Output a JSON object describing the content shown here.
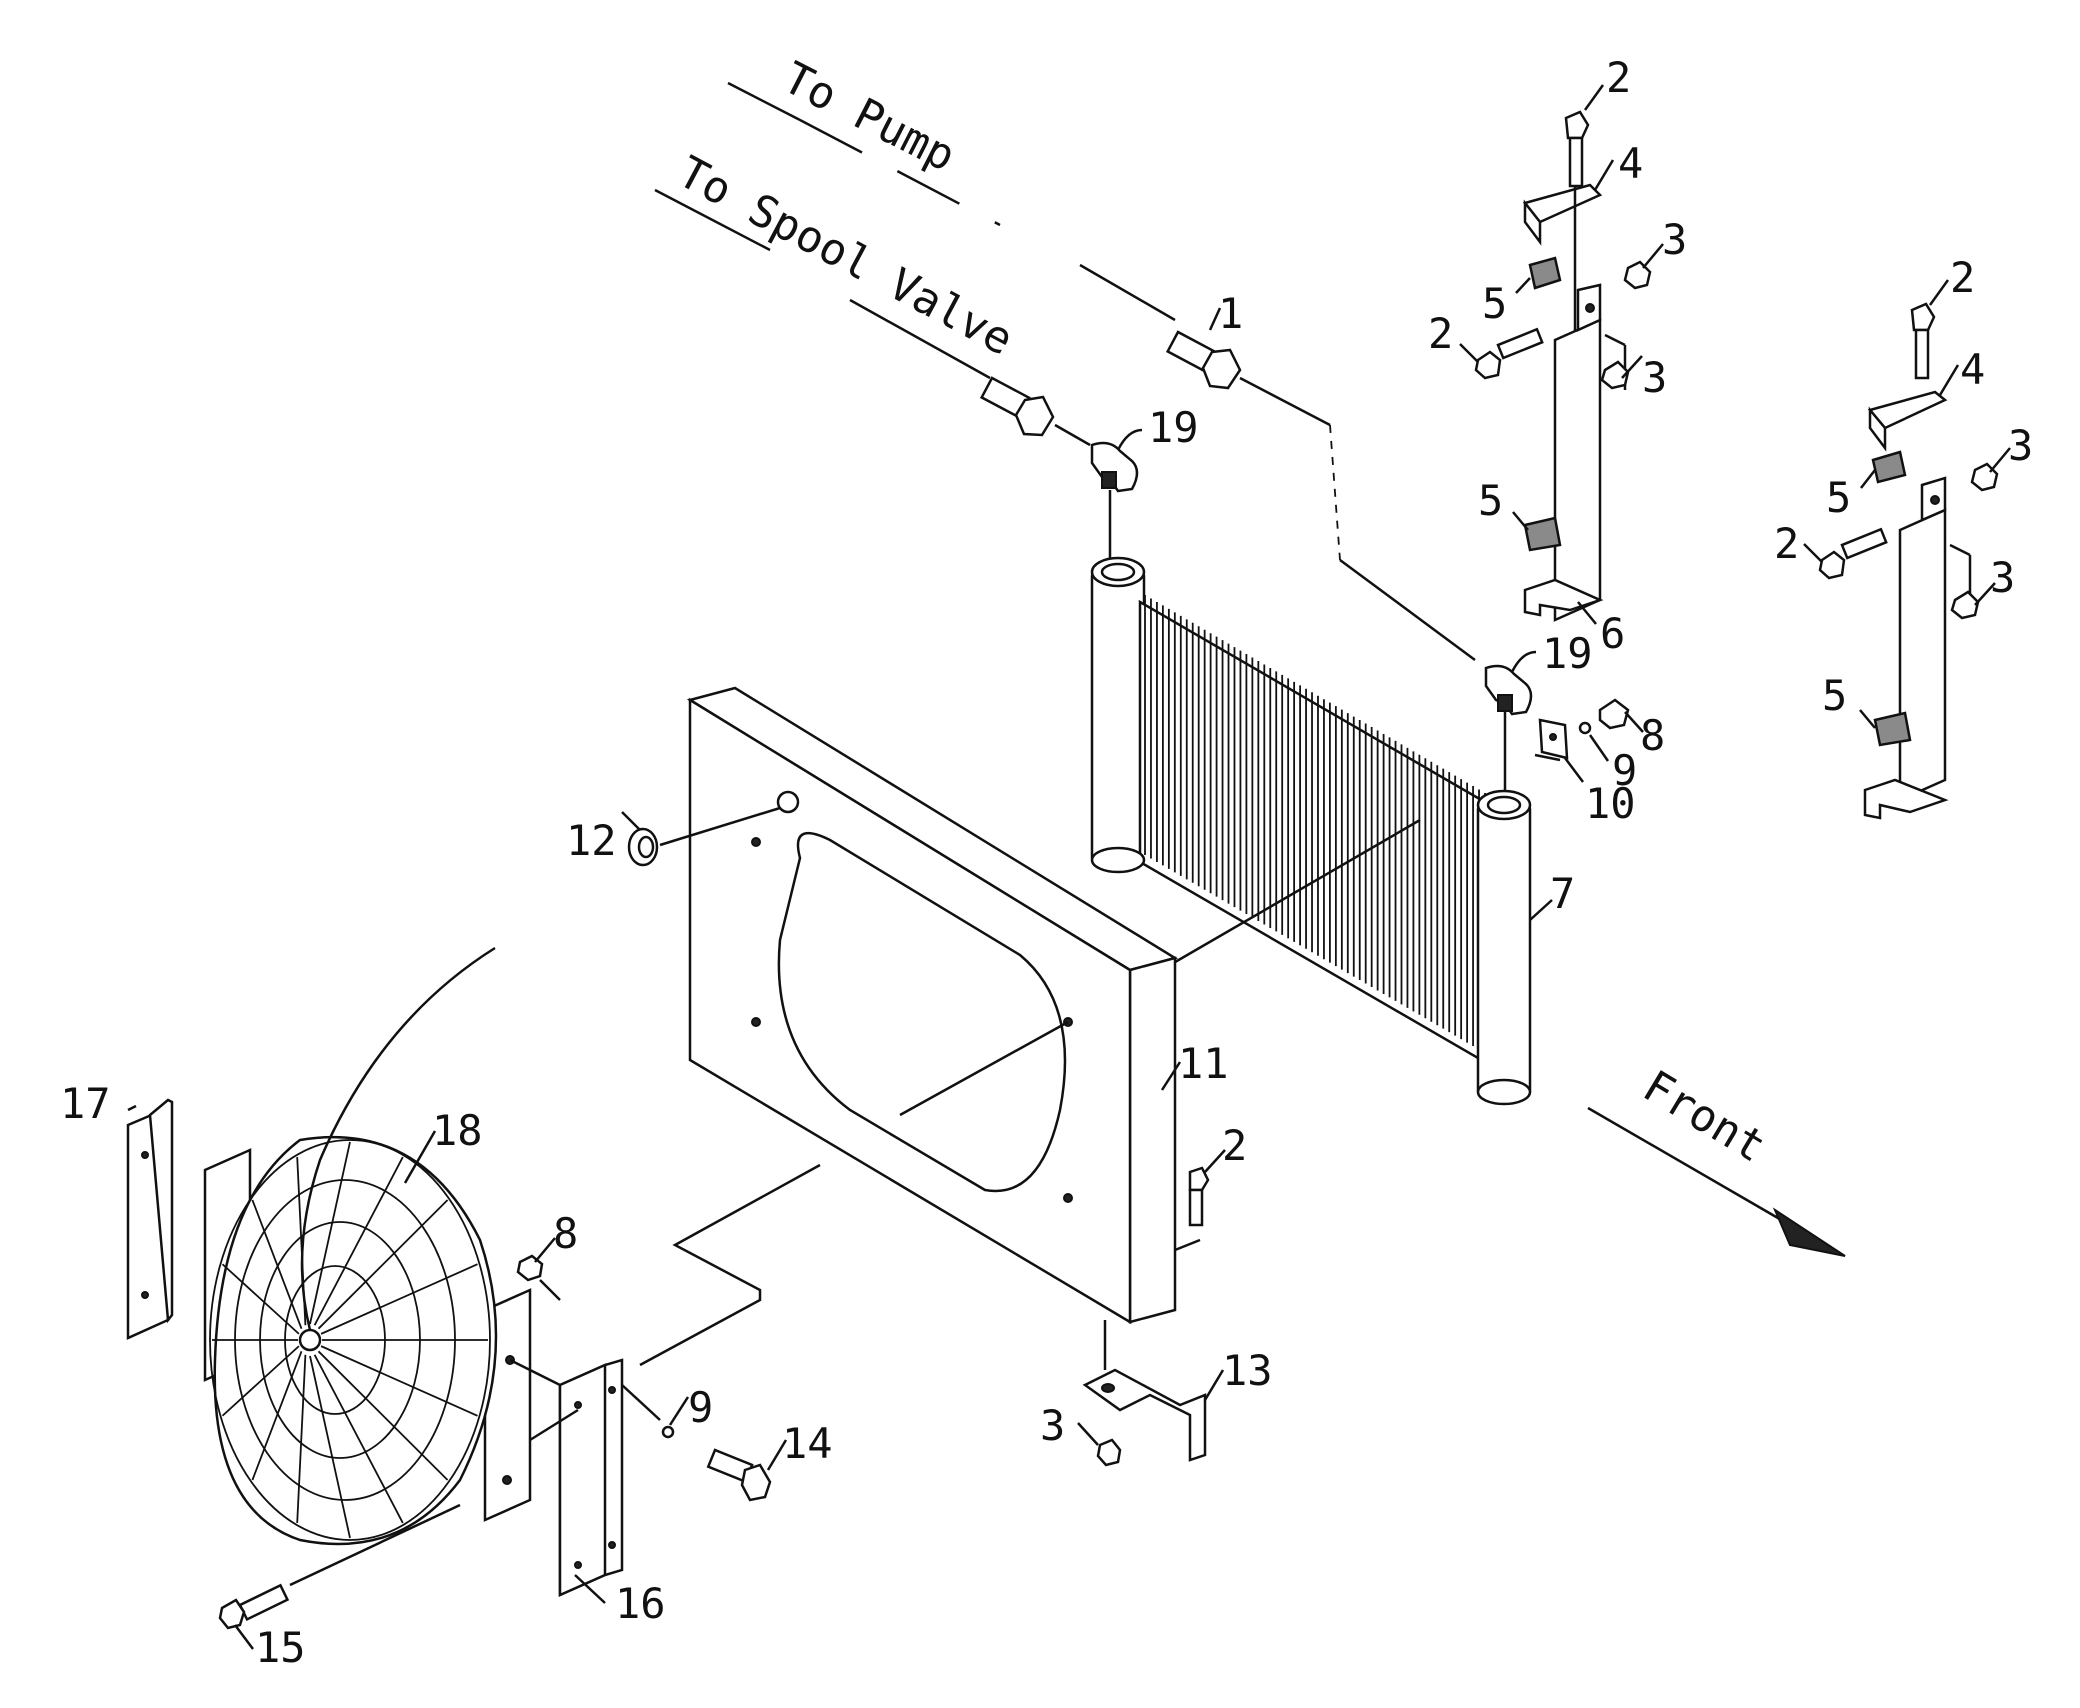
{
  "labels": {
    "to_pump": "To Pump",
    "to_spool_valve": "To Spool Valve",
    "front": "Front"
  },
  "callouts": {
    "c1": "1",
    "c2": "2",
    "c3": "3",
    "c4": "4",
    "c5": "5",
    "c6": "6",
    "c7": "7",
    "c8": "8",
    "c9": "9",
    "c10": "10",
    "c11": "11",
    "c12": "12",
    "c13": "13",
    "c14": "14",
    "c15": "15",
    "c16": "16",
    "c17": "17",
    "c18": "18",
    "c19": "19"
  },
  "colors": {
    "ink": "#111111",
    "background": "#ffffff",
    "shade": "#8a8a8a"
  }
}
